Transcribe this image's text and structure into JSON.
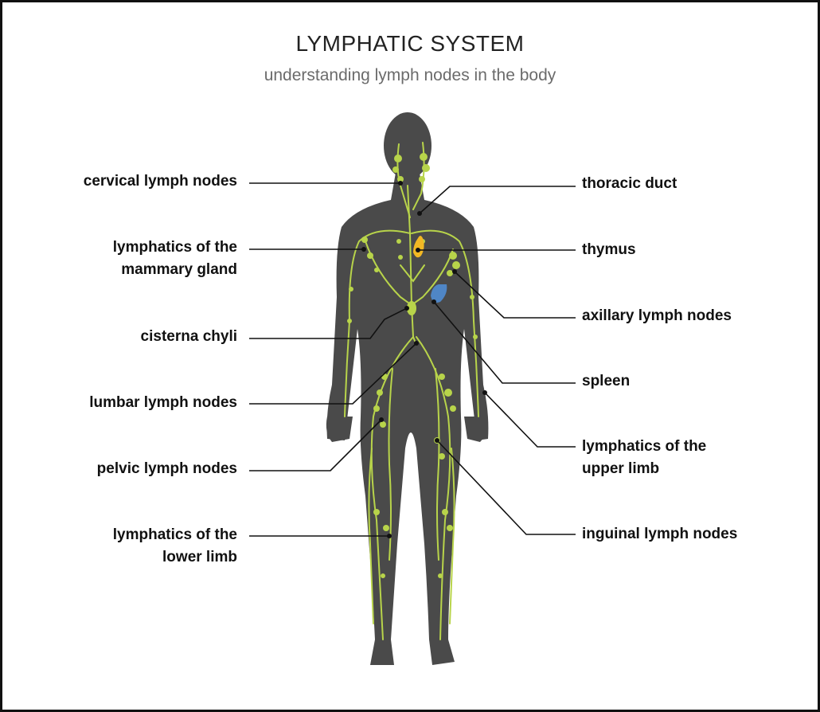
{
  "title": "LYMPHATIC SYSTEM",
  "subtitle": "understanding lymph nodes in the body",
  "colors": {
    "body": "#4a4a4a",
    "lymph": "#b8d44a",
    "thymus": "#f2b824",
    "spleen": "#4f86c6",
    "leader": "#111111"
  },
  "labels": {
    "cervical": "cervical lymph nodes",
    "mammary_1": "lymphatics of the",
    "mammary_2": "mammary gland",
    "cisterna": "cisterna chyli",
    "lumbar": "lumbar lymph nodes",
    "pelvic": "pelvic lymph nodes",
    "lower_1": "lymphatics of the",
    "lower_2": "lower limb",
    "thoracic": "thoracic duct",
    "thymus": "thymus",
    "axillary": "axillary lymph nodes",
    "spleen": "spleen",
    "upper_1": "lymphatics of the",
    "upper_2": "upper limb",
    "inguinal": "inguinal lymph nodes"
  }
}
